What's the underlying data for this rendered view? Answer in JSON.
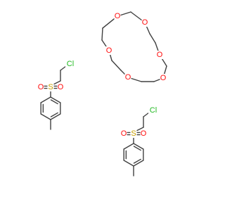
{
  "molecule": {
    "atom_labels": {
      "oxygen": "O",
      "sulfur": "S",
      "chlorine": "Cl"
    },
    "colors": {
      "bond": "#404040",
      "oxygen": "#ff0d0d",
      "sulfur": "#c8a000",
      "chlorine": "#1fb81f",
      "background": "#ffffff"
    }
  }
}
